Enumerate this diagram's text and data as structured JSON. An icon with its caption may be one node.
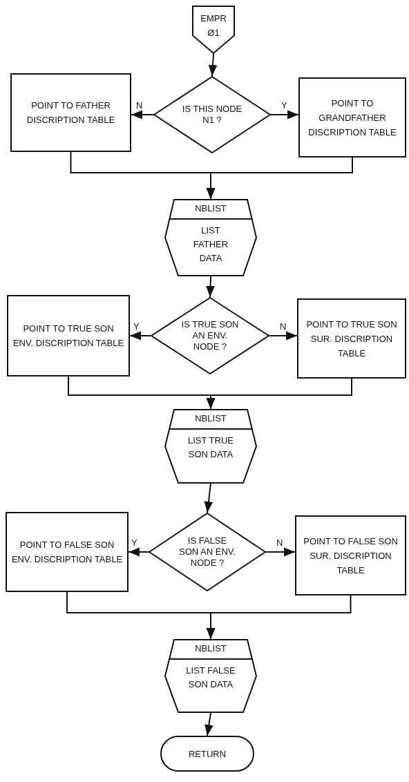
{
  "diagram": {
    "nodes": [
      {
        "text": [
          "EMPR Ø1"
        ]
      },
      {
        "text": [
          "IS THIS NODE N1 ?"
        ]
      },
      {
        "text": [
          "POINT TO FATHER DISCRIPTION TABLE"
        ]
      },
      {
        "text": [
          "POINT TO GRANDFATHER DISCRIPTION TABLE"
        ]
      },
      {
        "text": [
          "NBLIST",
          "LIST FATHER DATA"
        ]
      },
      {
        "text": [
          "IS TRUE SON AN ENV. NODE ?"
        ]
      },
      {
        "text": [
          "POINT TO TRUE SON ENV. DISCRIPTION TABLE"
        ]
      },
      {
        "text": [
          "POINT TO TRUE SON SUR. DISCRIPTION TABLE"
        ]
      },
      {
        "text": [
          "NBLIST",
          "LIST TRUE SON DATA"
        ]
      },
      {
        "text": [
          "IS FALSE SON AN ENV. NODE ?"
        ]
      },
      {
        "text": [
          "POINT TO FALSE SON ENV. DISCRIPTION TABLE"
        ]
      },
      {
        "text": [
          "POINT TO FALSE SON SUR. DISCRIPTION TABLE"
        ]
      },
      {
        "text": [
          "NBLIST",
          "LIST FALSE SON DATA"
        ]
      },
      {
        "text": [
          "RETURN"
        ]
      }
    ],
    "edges": [
      {
        "from": 0,
        "to": 1,
        "arrow": "to"
      },
      {
        "from": 1,
        "to": 2,
        "arrow": "to",
        "label": "N"
      },
      {
        "from": 1,
        "to": 3,
        "arrow": "to",
        "label": "Y"
      },
      {
        "from": 2,
        "to": 4,
        "arrow": "to"
      },
      {
        "from": 3,
        "to": 4,
        "arrow": "to"
      },
      {
        "from": 4,
        "to": 5,
        "arrow": "to"
      },
      {
        "from": 5,
        "to": 6,
        "arrow": "to",
        "label": "Y"
      },
      {
        "from": 5,
        "to": 7,
        "arrow": "to",
        "label": "N"
      },
      {
        "from": 6,
        "to": 8,
        "arrow": "to"
      },
      {
        "from": 7,
        "to": 8,
        "arrow": "to"
      },
      {
        "from": 8,
        "to": 9,
        "arrow": "to"
      },
      {
        "from": 9,
        "to": 10,
        "arrow": "to",
        "label": "Y"
      },
      {
        "from": 9,
        "to": 11,
        "arrow": "to",
        "label": "N"
      },
      {
        "from": 10,
        "to": 12,
        "arrow": "to"
      },
      {
        "from": 11,
        "to": 12,
        "arrow": "to"
      },
      {
        "from": 12,
        "to": 13,
        "arrow": "to"
      }
    ]
  }
}
